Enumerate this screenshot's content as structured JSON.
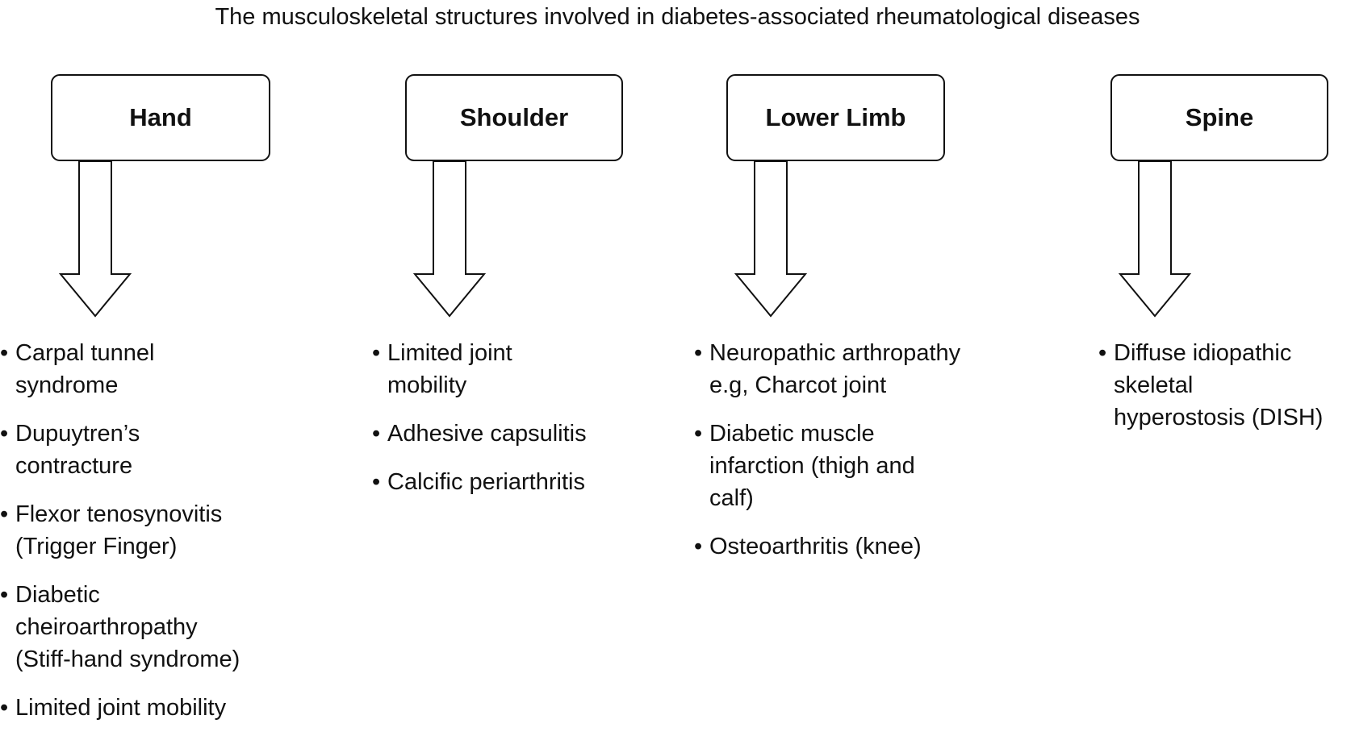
{
  "title": "The musculoskeletal structures involved in diabetes-associated rheumatological diseases",
  "columns": [
    {
      "heading": "Hand",
      "items": [
        [
          "Carpal tunnel",
          "syndrome"
        ],
        [
          "Dupuytren’s",
          "contracture"
        ],
        [
          "Flexor tenosynovitis",
          "(Trigger Finger)"
        ],
        [
          "Diabetic",
          "cheiroarthropathy",
          "(Stiff-hand syndrome)"
        ],
        [
          "Limited joint mobility"
        ]
      ]
    },
    {
      "heading": "Shoulder",
      "items": [
        [
          "Limited joint",
          "mobility"
        ],
        [
          "Adhesive capsulitis"
        ],
        [
          "Calcific periarthritis"
        ]
      ]
    },
    {
      "heading": "Lower Limb",
      "items": [
        [
          "Neuropathic arthropathy",
          "e.g, Charcot joint"
        ],
        [
          "Diabetic muscle",
          "infarction (thigh and",
          "calf)"
        ],
        [
          "Osteoarthritis (knee)"
        ]
      ]
    },
    {
      "heading": "Spine",
      "items": [
        [
          "Diffuse idiopathic",
          "skeletal",
          "hyperostosis (DISH)"
        ]
      ]
    }
  ]
}
